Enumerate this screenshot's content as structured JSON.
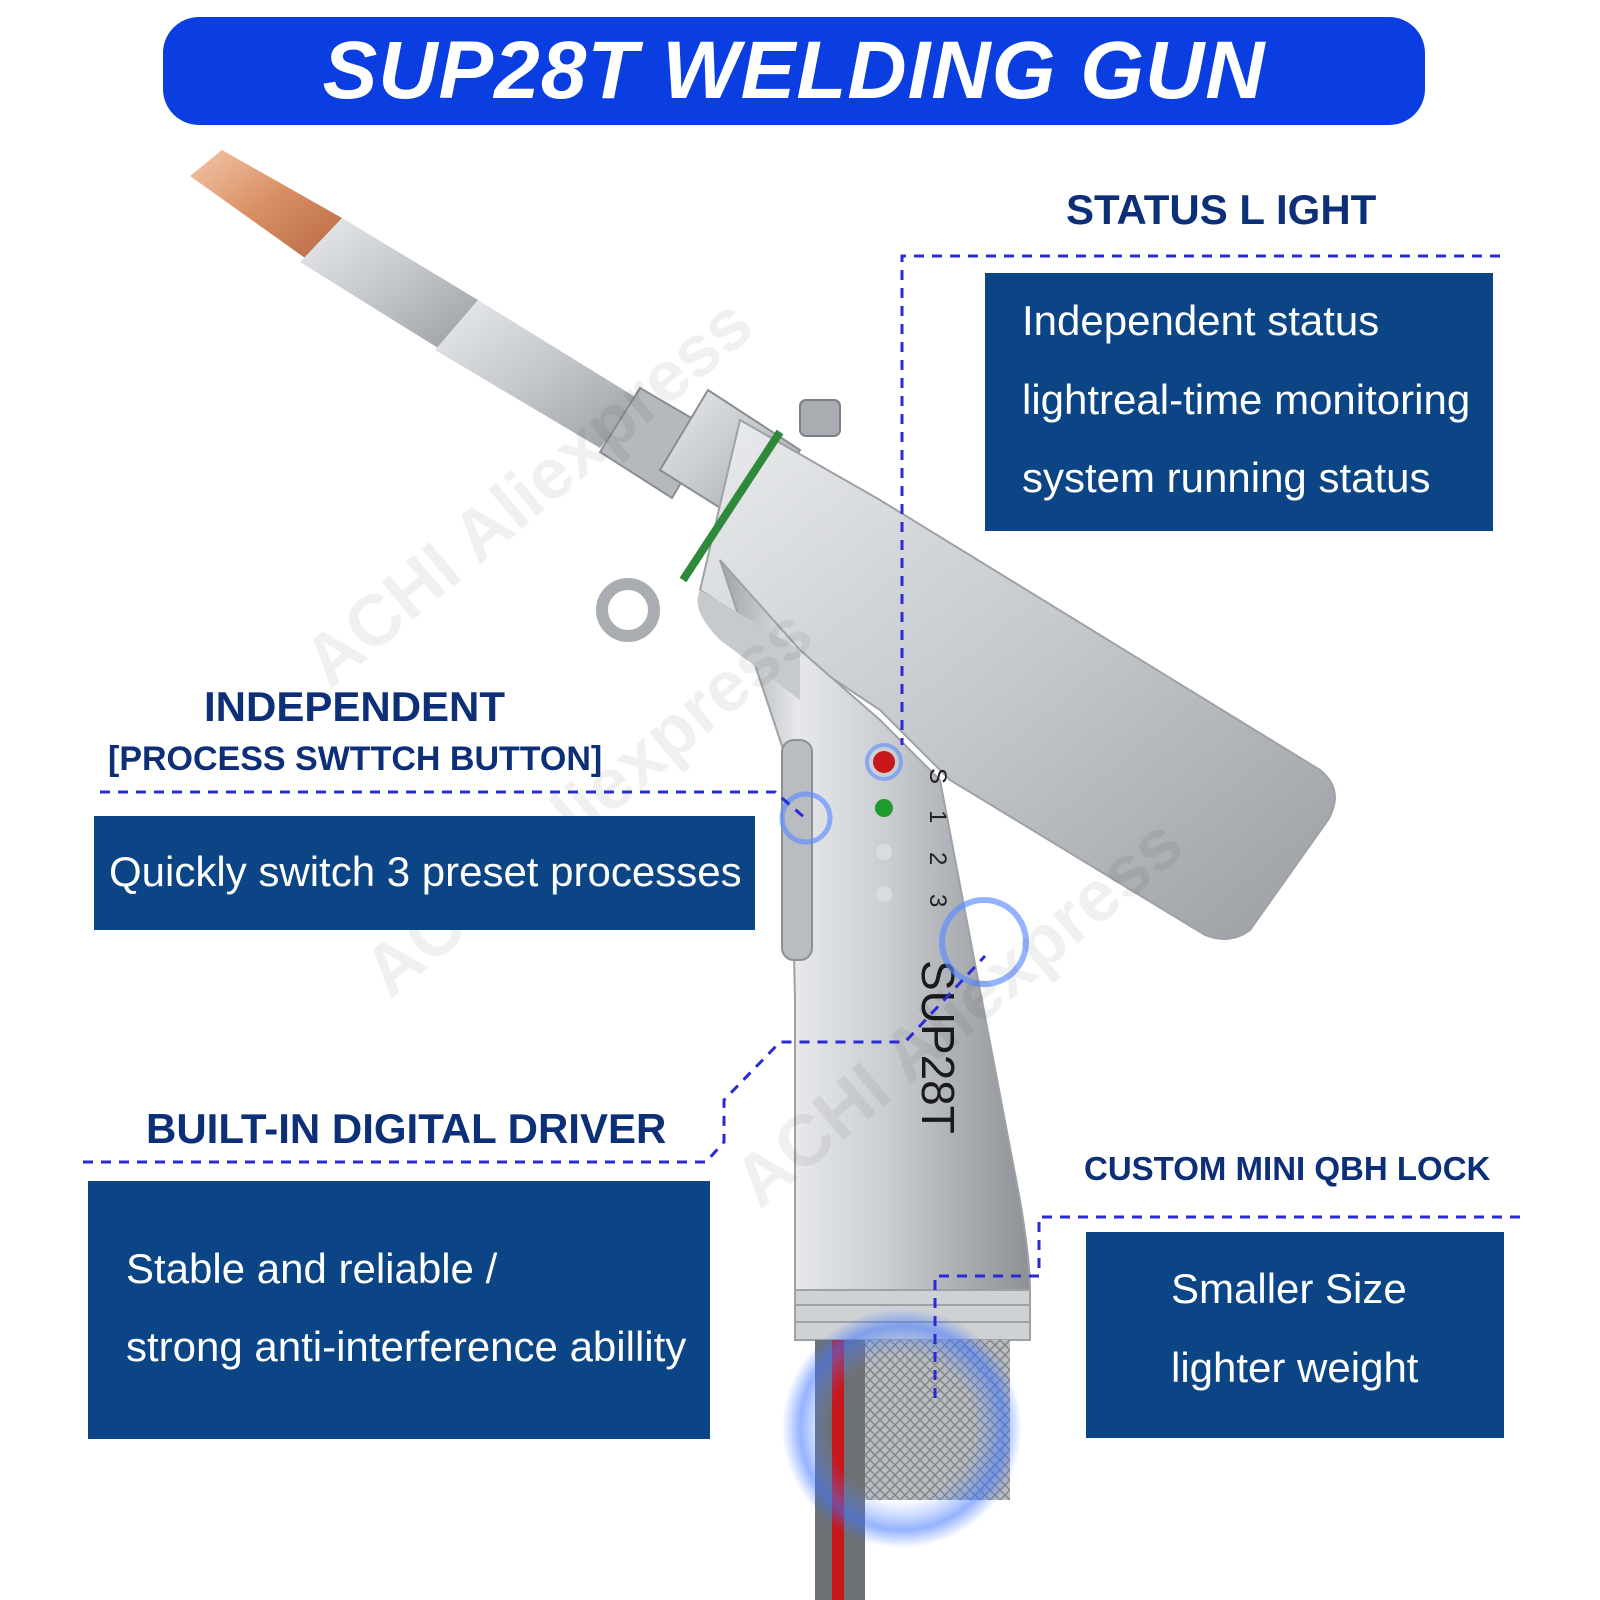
{
  "title": "SUP28T WELDING GUN",
  "watermark": "ACHI Aliexpress",
  "gun_label": "SUP28T",
  "indicator_labels": [
    "S",
    "1",
    "2",
    "3"
  ],
  "callouts": {
    "status_light": {
      "heading": "STATUS L IGHT",
      "lines": [
        "Independent status",
        "lightreal-time monitoring",
        "system running status"
      ]
    },
    "process_switch": {
      "heading": "INDEPENDENT",
      "subheading": "[PROCESS SWTTCH BUTTON]",
      "lines": [
        "Quickly switch 3 preset processes"
      ]
    },
    "digital_driver": {
      "heading": "BUILT-IN DIGITAL DRIVER",
      "lines": [
        "Stable and reliable /",
        "strong anti-interference abillity"
      ]
    },
    "qbh_lock": {
      "heading": "CUSTOM MINI QBH LOCK",
      "lines": [
        "Smaller Size",
        "lighter weight"
      ]
    }
  },
  "colors": {
    "title_bg": "#0a3ee0",
    "box_bg": "#0b4586",
    "heading_text": "#0c2f78",
    "leader_line": "#2b2bd6",
    "status_red": "#c8171b",
    "status_green": "#1f9a2e"
  }
}
